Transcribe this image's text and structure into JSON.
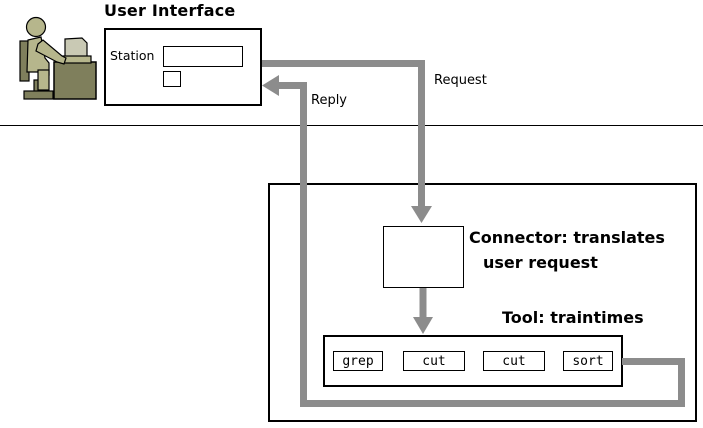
{
  "title": "User Interface",
  "ui_panel": {
    "station_label": "Station",
    "station_value": ""
  },
  "arrows": {
    "request_label": "Request",
    "reply_label": "Reply"
  },
  "connector": {
    "caption_line1": "Connector: translates",
    "caption_line2": "user request"
  },
  "tool": {
    "caption": "Tool: traintimes",
    "commands": [
      "grep",
      "cut",
      "cut",
      "sort"
    ]
  },
  "colors": {
    "arrow_gray": "#8c8c8c",
    "outline": "#000000",
    "person_light": "#b6b68c",
    "person_screen": "#c9c9b4",
    "person_dark": "#7f7f5c"
  }
}
